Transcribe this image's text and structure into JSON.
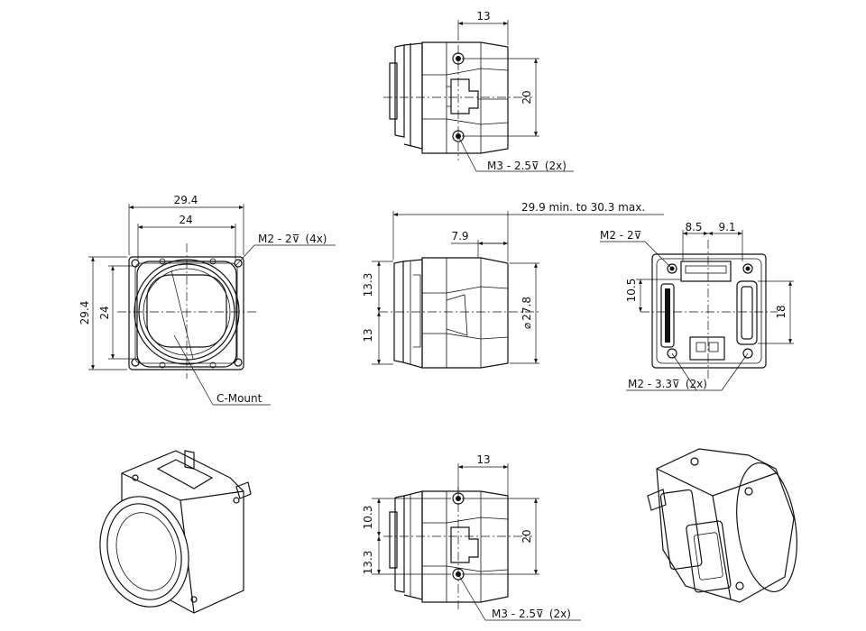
{
  "drawing": {
    "top_view": {
      "width_dim": "13",
      "height_dim": "20",
      "thread_note": "M3 - 2.5",
      "thread_count": "(2x)"
    },
    "front_view": {
      "outer_dim": "29.4",
      "inner_dim": "24",
      "outer_dim_v": "29.4",
      "inner_dim_v": "24",
      "thread_note": "M2 - 2",
      "thread_count": "(4x)",
      "mount_label": "C-Mount"
    },
    "side_view": {
      "length_dim": "29.9 min. to 30.3 max.",
      "offset_dim": "7.9",
      "upper_dim": "13.3",
      "lower_dim": "13",
      "diameter_dim": "27.8",
      "diameter_symbol": "⌀"
    },
    "rear_view": {
      "thread_top": "M2 - 2",
      "dim_a": "8.5",
      "dim_b": "9.1",
      "dim_left": "10.5",
      "dim_right": "18",
      "thread_bottom": "M2 - 3.3",
      "thread_bottom_count": "(2x)"
    },
    "bottom_view": {
      "width_dim": "13",
      "height_dim": "20",
      "upper_dim": "10.3",
      "lower_dim": "13.3",
      "thread_note": "M3 - 2.5",
      "thread_count": "(2x)"
    },
    "iso_views": [
      "isometric-front",
      "isometric-rear"
    ]
  }
}
